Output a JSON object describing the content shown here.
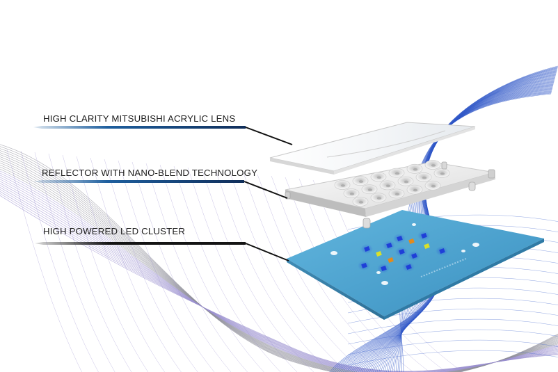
{
  "callouts": {
    "lens": "HIGH CLARITY MITSUBISHI ACRYLIC LENS",
    "reflector": "REFLECTOR WITH NANO-BLEND TECHNOLOGY",
    "led": "HIGH POWERED LED CLUSTER"
  },
  "colors": {
    "background": "#ffffff",
    "wave_blue": "#2f57c8",
    "wave_purple": "#9a8fcf",
    "wave_grey": "#8f8f9a",
    "board_blue": "#4aa3cf",
    "underline_blue": "#1e5f9e",
    "underline_dark": "#141414",
    "led_blue": "#1f3fd8",
    "led_yellow": "#d8e02a",
    "led_orange": "#e58a1a"
  },
  "icons": {
    "lens": "acrylic-lens-plate",
    "reflector": "reflector-cup-array",
    "led_board": "led-cluster-board"
  }
}
